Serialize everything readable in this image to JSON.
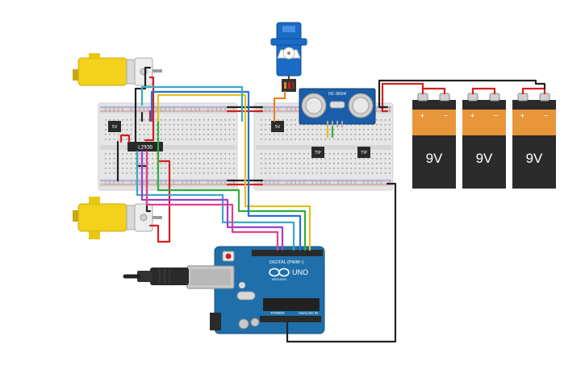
{
  "components": {
    "driver_chip": {
      "label": "L293D"
    },
    "regulator": {
      "label": "5V"
    },
    "transistor": {
      "label": "TIP"
    },
    "sensor": {
      "label": "HC-SR04"
    },
    "battery": {
      "label": "9V",
      "plus": "+",
      "minus": "−"
    },
    "arduino": {
      "model": "UNO",
      "brand": "ARDUINO",
      "digital_label": "DIGITAL (PWM~)",
      "power_label": "POWER",
      "analog_label": "ANALOG IN"
    }
  },
  "colors": {
    "wire_red": "#d42020",
    "wire_black": "#222222",
    "wire_blue": "#2a6fd8",
    "wire_green": "#2fae3e",
    "wire_purple": "#9b3fcf",
    "wire_pink": "#e0408f",
    "wire_cyan": "#3aa8c4",
    "wire_yellow": "#e2c21a",
    "wire_orange": "#e5842a",
    "board_blue": "#1f6faa",
    "battery_orange": "#e8963a",
    "battery_black": "#2b2b2b",
    "motor_yellow": "#f2d21a"
  }
}
